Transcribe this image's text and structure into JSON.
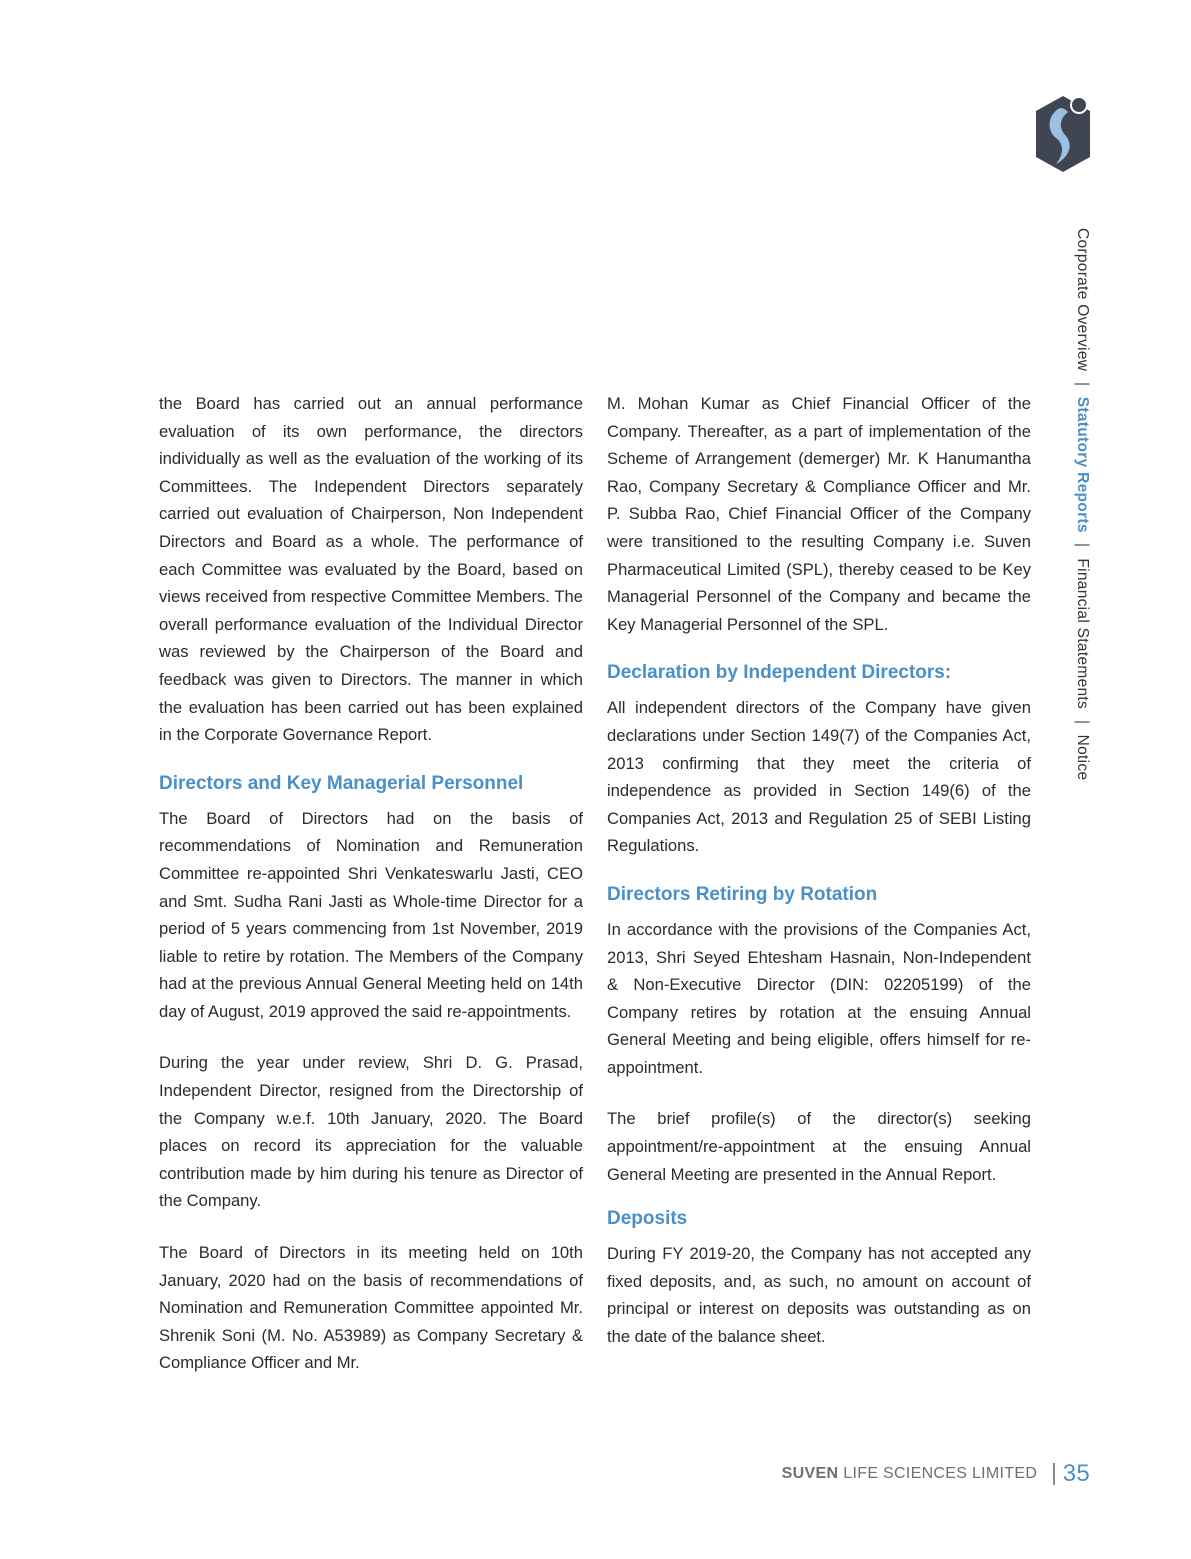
{
  "side_nav": {
    "item1": "Corporate Overview",
    "item2": "Statutory Reports",
    "item3": "Financial Statements",
    "item4": "Notice",
    "separator": "|"
  },
  "left": {
    "p1": "the Board has carried out an annual performance evaluation of its own performance, the directors individually as well as the evaluation of the working of its Committees. The Independent Directors separately carried out evaluation of Chairperson, Non Independent Directors and Board as a whole. The performance of each Committee was evaluated by the Board, based on views received from respective Committee Members. The overall performance evaluation of the Individual Director was reviewed by the Chairperson of the Board and feedback was given to Directors. The manner in which the evaluation has been carried out has been explained in the Corporate Governance Report.",
    "h1": "Directors and Key Managerial Personnel",
    "p2": "The Board of Directors had on the basis of recommendations of Nomination and Remuneration Committee re-appointed Shri Venkateswarlu Jasti, CEO and Smt. Sudha Rani Jasti as Whole-time Director for a period of 5 years commencing from 1st November, 2019 liable to retire by rotation. The Members of the Company had at the previous Annual General Meeting held on 14th day of August, 2019 approved the said re-appointments.",
    "p3": "During the year under review, Shri D. G. Prasad, Independent Director, resigned from the Directorship of the Company w.e.f. 10th January, 2020. The Board places on record its appreciation for the valuable contribution made by him during his tenure as Director of the Company.",
    "p4": "The Board of Directors in its meeting held on 10th January, 2020 had on the basis of recommendations of Nomination and Remuneration Committee appointed Mr. Shrenik Soni (M. No. A53989) as Company Secretary & Compliance Officer and Mr."
  },
  "right": {
    "p1": "M. Mohan Kumar as Chief Financial Officer of the Company. Thereafter, as a part of implementation of the Scheme of Arrangement (demerger) Mr. K Hanumantha Rao, Company Secretary & Compliance Officer and Mr. P. Subba Rao, Chief Financial Officer of the Company were transitioned to the resulting Company i.e. Suven Pharmaceutical Limited (SPL), thereby ceased to be Key Managerial Personnel of the Company and became the Key Managerial Personnel of the SPL.",
    "h1": "Declaration by Independent Directors:",
    "p2": "All independent directors of the Company have given declarations under Section 149(7) of the Companies Act, 2013 confirming that they meet the criteria of independence as provided in Section 149(6) of the Companies Act, 2013 and Regulation 25 of SEBI Listing Regulations.",
    "h2": "Directors Retiring by Rotation",
    "p3": "In accordance with the provisions of the Companies Act, 2013, Shri Seyed Ehtesham Hasnain, Non-Independent & Non-Executive Director (DIN: 02205199) of the Company retires by rotation at the ensuing Annual General Meeting and being eligible, offers himself for re-appointment.",
    "p4": "The brief profile(s) of the director(s) seeking appointment/re-appointment at the ensuing Annual General Meeting are presented in the Annual Report.",
    "h3": "Deposits",
    "p5": "During FY 2019-20, the Company has not accepted any fixed deposits, and, as such, no amount on account of principal or interest on deposits was outstanding as on the date of the balance sheet."
  },
  "footer": {
    "brand": "SUVEN",
    "company": "LIFE SCIENCES LIMITED",
    "page_number": "35"
  },
  "colors": {
    "accent": "#4a90c7",
    "logo_dark": "#404552",
    "logo_light": "#9cc0e4"
  }
}
